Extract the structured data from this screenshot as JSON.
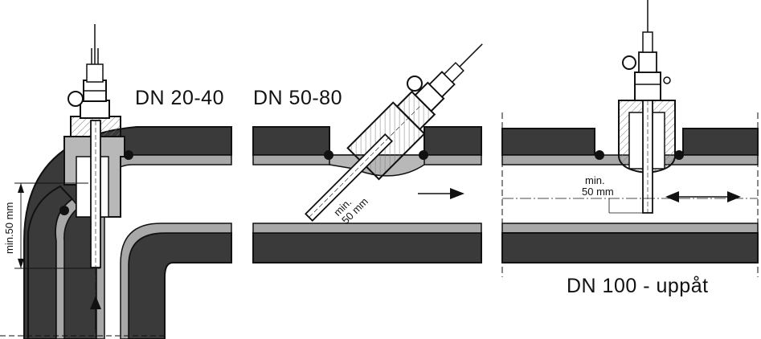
{
  "labels": {
    "dn_20_40": "DN  20-40",
    "dn_50_80": "DN  50-80",
    "dn_100": "DN 100 - uppåt",
    "min_50_vertical": "min.50 mm",
    "min_a": "min.",
    "mm_a": "50 mm",
    "min_b": "min.",
    "mm_b": "50 mm"
  },
  "colors": {
    "pipe_wall": "#3a3a3a",
    "pipe_liner": "#a8a8a8",
    "fitting": "#b8b8b8",
    "outline": "#111111"
  }
}
